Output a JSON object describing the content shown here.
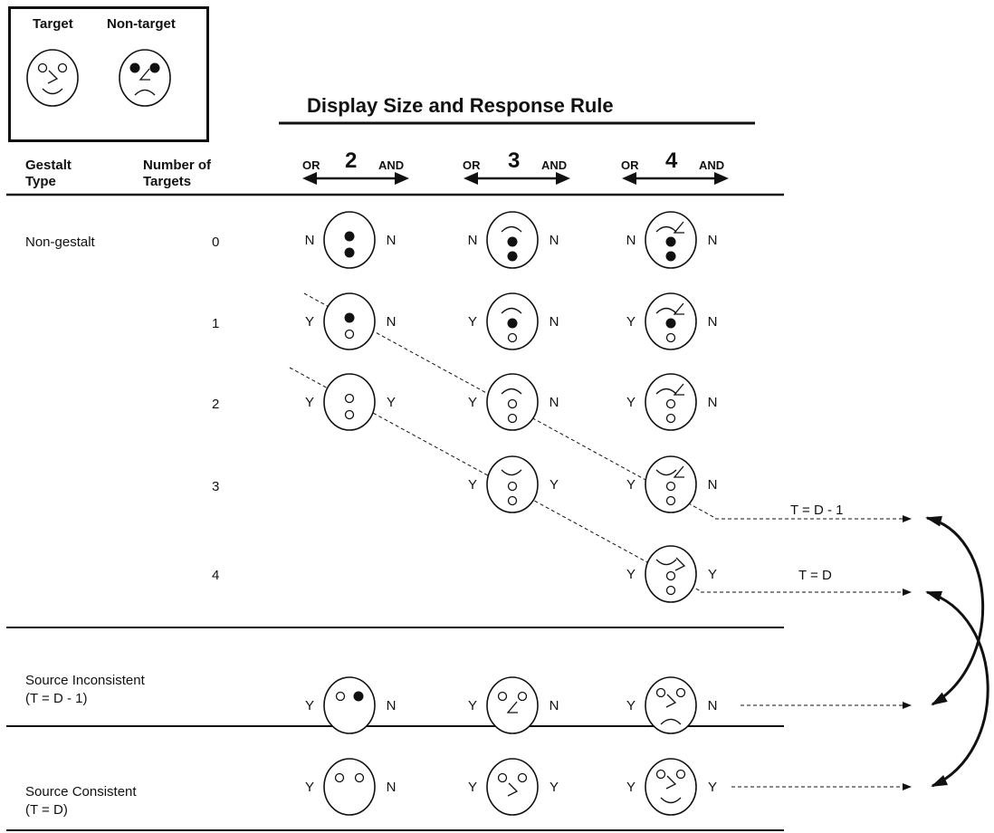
{
  "legend": {
    "target_label": "Target",
    "nontarget_label": "Non-target"
  },
  "title": "Display Size and Response Rule",
  "columns": {
    "gestalt_type": [
      "Gestalt",
      "Type"
    ],
    "number_of_targets": [
      "Number of",
      "Targets"
    ]
  },
  "display_sizes": [
    {
      "or": "OR",
      "size": "2",
      "and": "AND"
    },
    {
      "or": "OR",
      "size": "3",
      "and": "AND"
    },
    {
      "or": "OR",
      "size": "4",
      "and": "AND"
    }
  ],
  "non_gestalt": {
    "label": "Non-gestalt",
    "rows": [
      {
        "targets": "0",
        "cells": [
          {
            "or": "N",
            "and": "N",
            "face": "n2_0"
          },
          {
            "or": "N",
            "and": "N",
            "face": "n3_0"
          },
          {
            "or": "N",
            "and": "N",
            "face": "n4_0"
          }
        ]
      },
      {
        "targets": "1",
        "cells": [
          {
            "or": "Y",
            "and": "N",
            "face": "n2_1"
          },
          {
            "or": "Y",
            "and": "N",
            "face": "n3_1"
          },
          {
            "or": "Y",
            "and": "N",
            "face": "n4_1"
          }
        ]
      },
      {
        "targets": "2",
        "cells": [
          {
            "or": "Y",
            "and": "Y",
            "face": "n2_2"
          },
          {
            "or": "Y",
            "and": "N",
            "face": "n3_2"
          },
          {
            "or": "Y",
            "and": "N",
            "face": "n4_2"
          }
        ]
      },
      {
        "targets": "3",
        "cells": [
          null,
          {
            "or": "Y",
            "and": "Y",
            "face": "n3_3"
          },
          {
            "or": "Y",
            "and": "N",
            "face": "n4_3"
          }
        ]
      },
      {
        "targets": "4",
        "cells": [
          null,
          null,
          {
            "or": "Y",
            "and": "Y",
            "face": "n4_4"
          }
        ]
      }
    ]
  },
  "source_inconsistent": {
    "label": [
      "Source Inconsistent",
      "(T = D - 1)"
    ],
    "cells": [
      {
        "or": "Y",
        "and": "N",
        "face": "si2"
      },
      {
        "or": "Y",
        "and": "N",
        "face": "si3"
      },
      {
        "or": "Y",
        "and": "N",
        "face": "si4"
      }
    ]
  },
  "source_consistent": {
    "label": [
      "Source Consistent",
      "(T = D)"
    ],
    "cells": [
      {
        "or": "Y",
        "and": "N",
        "face": "sc2"
      },
      {
        "or": "Y",
        "and": "Y",
        "face": "sc3"
      },
      {
        "or": "Y",
        "and": "Y",
        "face": "sc4"
      }
    ]
  },
  "annotations": {
    "t_equals_d_minus_1": "T = D - 1",
    "t_equals_d": "T = D"
  }
}
